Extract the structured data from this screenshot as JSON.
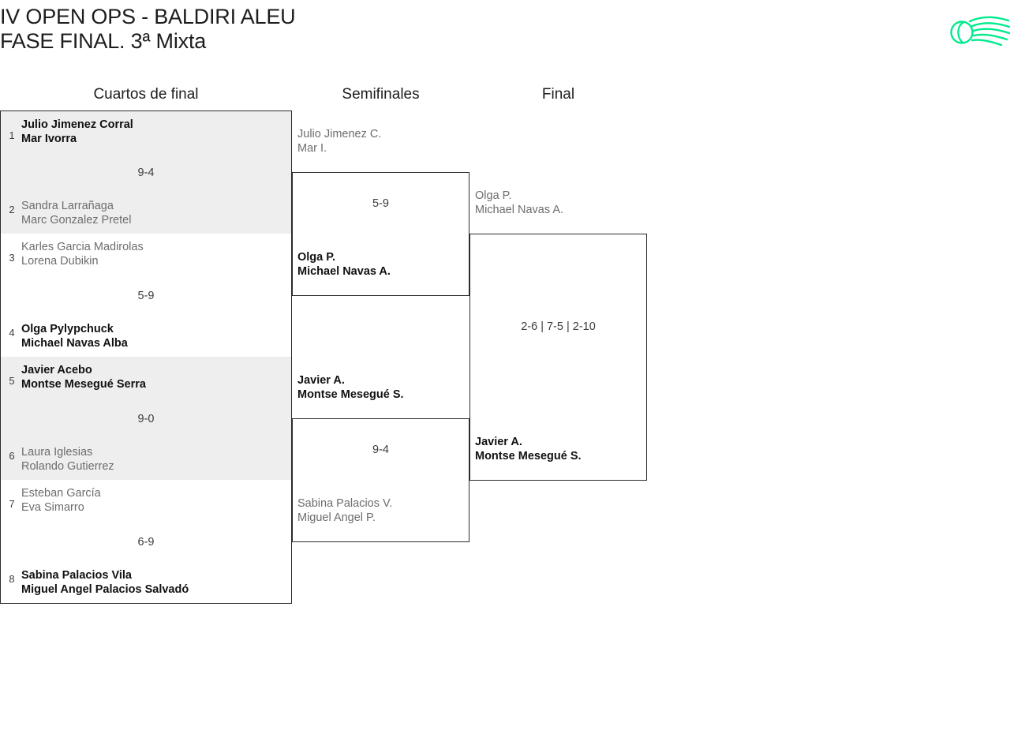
{
  "header": {
    "title": "IV OPEN OPS - BALDIRI ALEU\nFASE FINAL. 3ª Mixta",
    "logo_name": "padel-ball-logo",
    "logo_color": "#00eb8d"
  },
  "rounds": {
    "quarterfinals_label": "Cuartos de final",
    "semifinals_label": "Semifinales",
    "final_label": "Final"
  },
  "colors": {
    "shaded_row": "#eeeeee",
    "border": "#2b2b2b",
    "winner_text": "#111111",
    "loser_text": "#6d6d6d",
    "score_text": "#3c3c3c"
  },
  "bracket": {
    "quarterfinals": [
      {
        "score": "9-4",
        "shaded": true,
        "top": {
          "seed": "1",
          "player1": "Julio Jimenez Corral",
          "player2": "Mar Ivorra",
          "result": "winner"
        },
        "bottom": {
          "seed": "2",
          "player1": "Sandra Larrañaga",
          "player2": "Marc Gonzalez Pretel",
          "result": "loser"
        }
      },
      {
        "score": "5-9",
        "shaded": false,
        "top": {
          "seed": "3",
          "player1": "Karles Garcia Madirolas",
          "player2": "Lorena Dubikin",
          "result": "loser"
        },
        "bottom": {
          "seed": "4",
          "player1": "Olga Pylypchuck",
          "player2": "Michael Navas Alba",
          "result": "winner"
        }
      },
      {
        "score": "9-0",
        "shaded": true,
        "top": {
          "seed": "5",
          "player1": "Javier Acebo",
          "player2": "Montse Mesegué Serra",
          "result": "winner"
        },
        "bottom": {
          "seed": "6",
          "player1": "Laura Iglesias",
          "player2": "Rolando Gutierrez",
          "result": "loser"
        }
      },
      {
        "score": "6-9",
        "shaded": false,
        "top": {
          "seed": "7",
          "player1": "Esteban García",
          "player2": "Eva Simarro",
          "result": "loser"
        },
        "bottom": {
          "seed": "8",
          "player1": "Sabina Palacios Vila",
          "player2": "Miguel Angel Palacios Salvadó",
          "result": "winner"
        }
      }
    ],
    "semifinals": [
      {
        "score": "5-9",
        "top": {
          "player1": "Julio Jimenez C.",
          "player2": "Mar I.",
          "result": "loser"
        },
        "bottom": {
          "player1": "Olga P.",
          "player2": "Michael Navas A.",
          "result": "winner"
        }
      },
      {
        "score": "9-4",
        "top": {
          "player1": "Javier A.",
          "player2": "Montse Mesegué S.",
          "result": "winner"
        },
        "bottom": {
          "player1": "Sabina Palacios V.",
          "player2": "Miguel Angel P.",
          "result": "loser"
        }
      }
    ],
    "final": {
      "score": "2-6 | 7-5 | 2-10",
      "top": {
        "player1": "Olga P.",
        "player2": "Michael Navas A.",
        "result": "loser"
      },
      "bottom": {
        "player1": "Javier A.",
        "player2": "Montse Mesegué S.",
        "result": "winner"
      }
    }
  }
}
